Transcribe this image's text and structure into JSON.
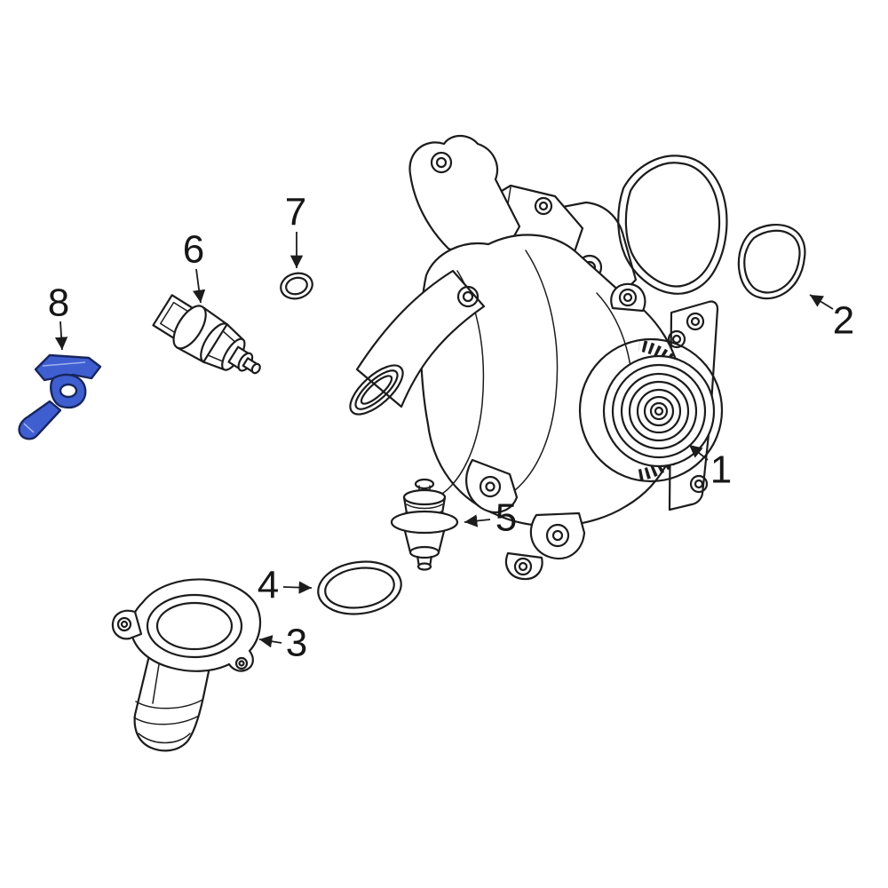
{
  "diagram": {
    "type": "exploded-parts-diagram",
    "subject": "engine-water-pump-and-thermostat-assembly",
    "background_color": "#ffffff",
    "line_color": "#1c1c1c",
    "highlight_fill": "#3f5fd1",
    "highlight_outline": "#18265e",
    "callouts": [
      {
        "number": "1",
        "part": "water-pump-assembly"
      },
      {
        "number": "2",
        "part": "gasket-set"
      },
      {
        "number": "3",
        "part": "water-outlet-flange"
      },
      {
        "number": "4",
        "part": "seal-ring-large"
      },
      {
        "number": "5",
        "part": "thermostat"
      },
      {
        "number": "6",
        "part": "coolant-temperature-sensor"
      },
      {
        "number": "7",
        "part": "o-ring-small"
      },
      {
        "number": "8",
        "part": "sensor-bracket-highlighted"
      }
    ]
  }
}
